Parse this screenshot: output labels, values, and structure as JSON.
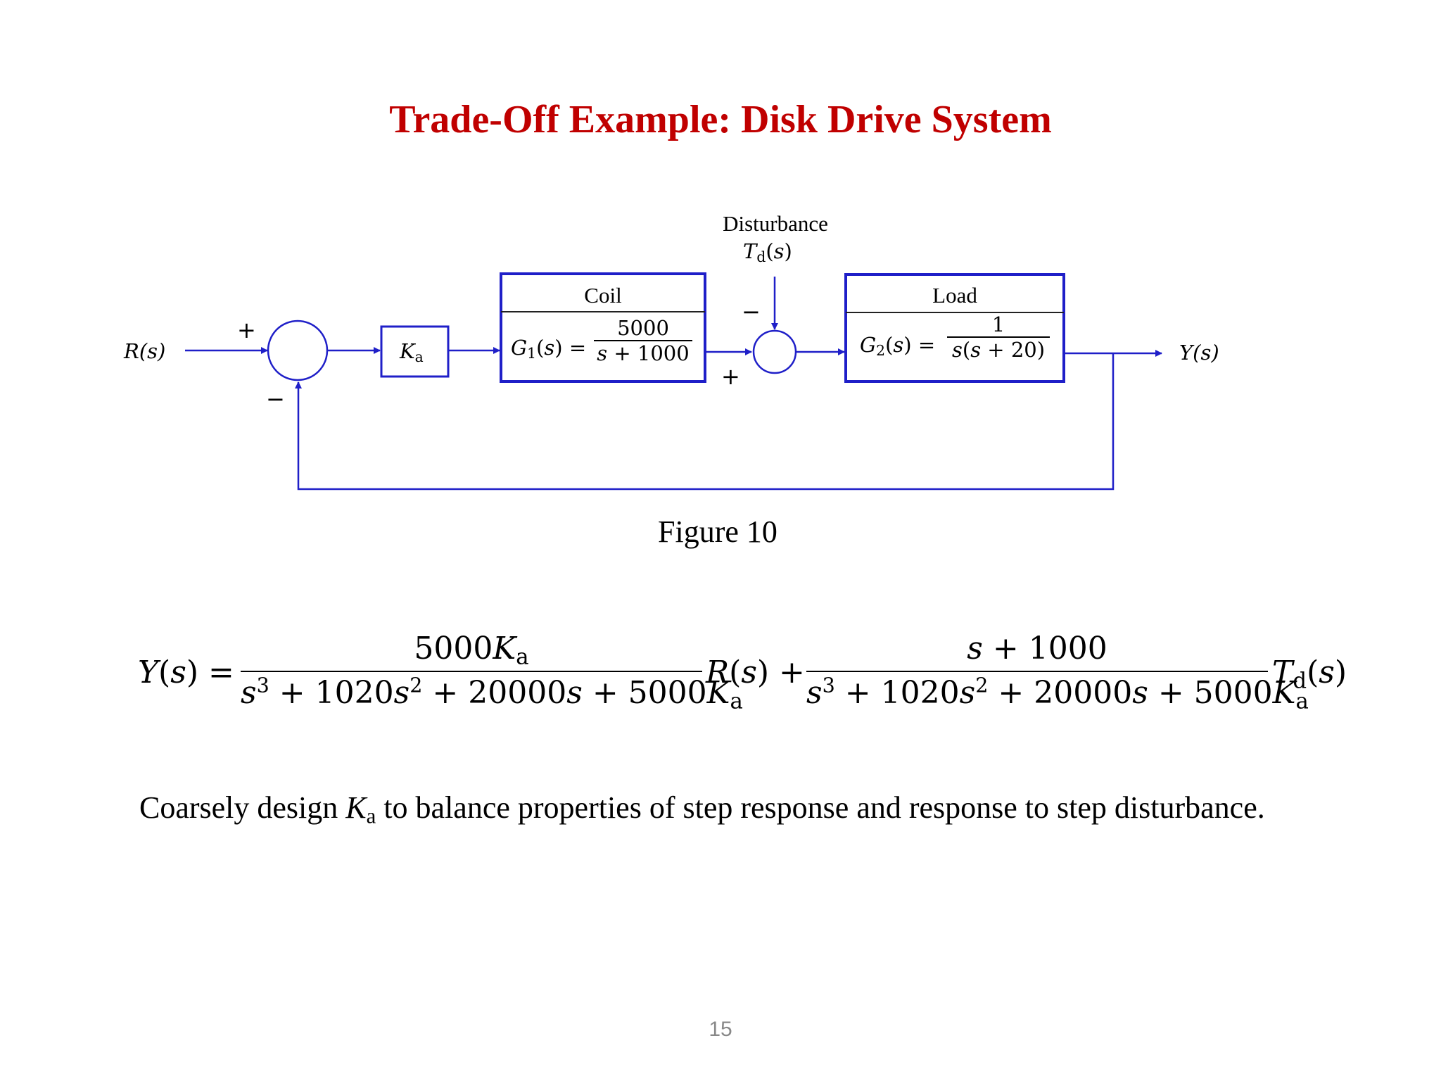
{
  "slide": {
    "title": "Trade-Off Example: Disk Drive System",
    "page_number": "15"
  },
  "diagram": {
    "input_label": "R(s)",
    "output_label": "Y(s)",
    "sum1_plus": "+",
    "sum1_minus": "−",
    "gain_block": "Ka",
    "coil": {
      "header": "Coil",
      "lhs": "G1(s) =",
      "numerator": "5000",
      "denominator": "s + 1000"
    },
    "load": {
      "header": "Load",
      "lhs": "G2(s) =",
      "numerator": "1",
      "denominator": "s(s + 20)"
    },
    "disturbance": {
      "label": "Disturbance",
      "symbol": "Td(s)"
    },
    "sum2_minus": "−",
    "sum2_plus": "+",
    "caption": "Figure 10",
    "line_color": "#1f1fc8"
  },
  "equation": {
    "lhs": "Y(s) =",
    "term1": {
      "numerator": "5000Ka",
      "denominator": "s3 + 1020s2 + 20000s + 5000Ka",
      "factor": "R(s) +"
    },
    "term2": {
      "numerator": "s + 1000",
      "denominator": "s3 + 1020s2 + 20000s + 5000Ka",
      "factor": "Td(s)"
    }
  },
  "note": "Coarsely design Ka to balance properties of step response and response to step disturbance."
}
